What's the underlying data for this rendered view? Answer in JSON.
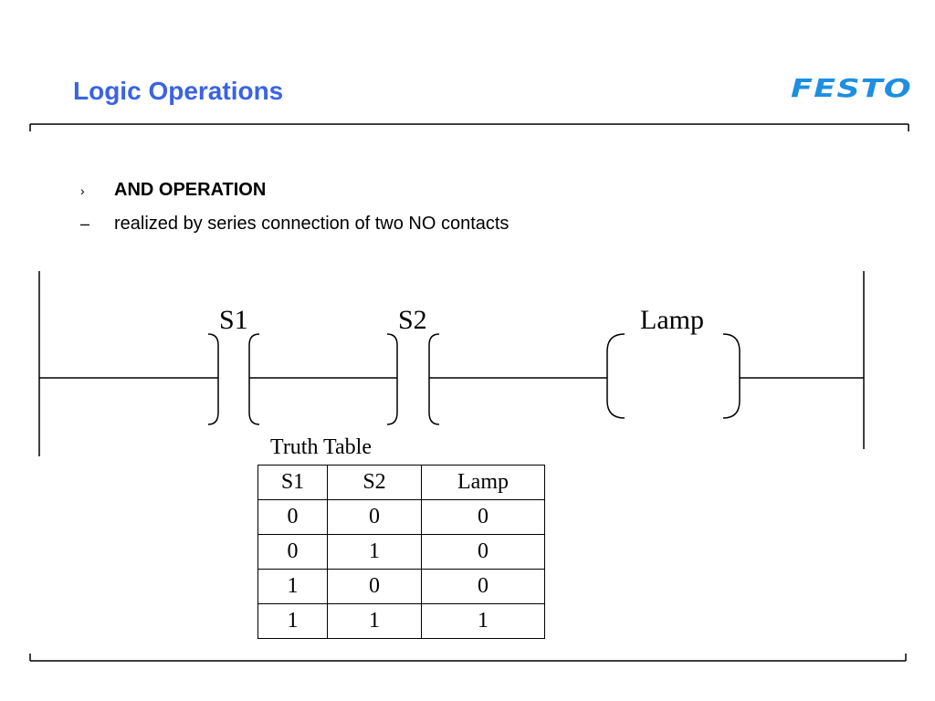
{
  "header": {
    "title": "Logic Operations",
    "logo_text": "FESTO",
    "title_color": "#3a63e3",
    "logo_color": "#1e8fe0"
  },
  "bullets": [
    {
      "marker": "›",
      "text": "AND OPERATION",
      "bold": true
    },
    {
      "marker": "–",
      "text": "realized by series connection of two NO  contacts",
      "bold": false
    }
  ],
  "diagram": {
    "contact_1_label": "S1",
    "contact_2_label": "S2",
    "output_label": "Lamp"
  },
  "truth_table": {
    "caption": "Truth Table",
    "headers": [
      "S1",
      "S2",
      "Lamp"
    ],
    "rows": [
      [
        "0",
        "0",
        "0"
      ],
      [
        "0",
        "1",
        "0"
      ],
      [
        "1",
        "0",
        "0"
      ],
      [
        "1",
        "1",
        "1"
      ]
    ]
  }
}
